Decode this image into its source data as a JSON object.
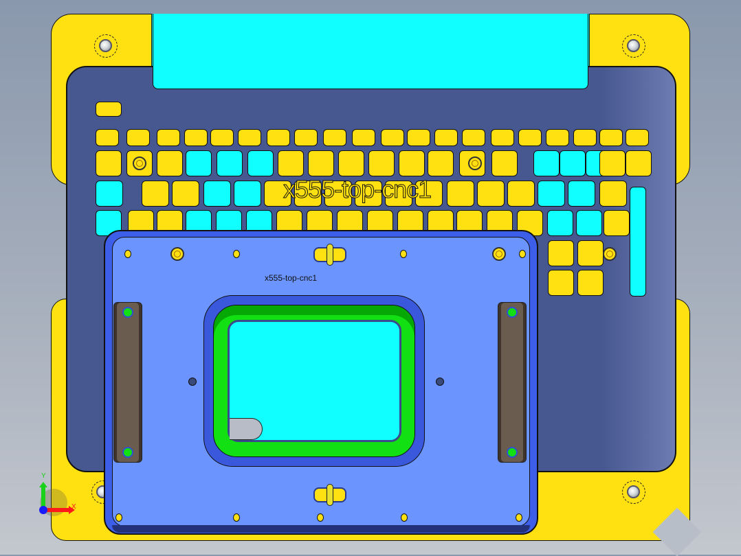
{
  "viewport": {
    "title": "CAD 3D view - fixture assembly",
    "background_top": "#8a98ad",
    "background_bottom": "#c3c7ce"
  },
  "model": {
    "engraved_label_large": "x555-top-cnc1",
    "engraved_label_plate": "x555-top-cnc1",
    "colors": {
      "base_plate": "#ffe010",
      "laptop_shell": "#47578f",
      "cavity": "#10ffff",
      "top_plate": "#6b94ff",
      "pocket_ring": "#12e012",
      "handle": "#6a5c4e"
    }
  },
  "triad": {
    "x_label": "X",
    "y_label": "Y",
    "x_color": "#ff1a1a",
    "y_color": "#19d219",
    "z_color": "#1a1aff"
  }
}
